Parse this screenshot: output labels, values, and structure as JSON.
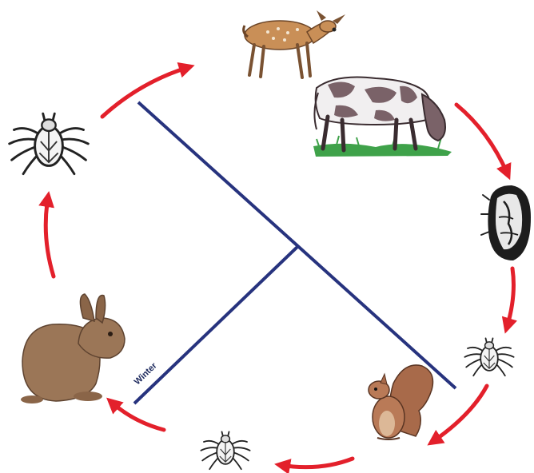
{
  "diagram": {
    "season_label": "Winter",
    "colors": {
      "cycle_arrow": "#e3202b",
      "season_line": "#27337e",
      "tick_body": "#222222",
      "deer": "#c98f57",
      "cow_white": "#f1eff0",
      "cow_spots": "#7a6268",
      "grass": "#3fa24a",
      "rabbit": "#9b7657",
      "squirrel": "#a86a4a"
    },
    "nodes": [
      {
        "name": "deer-host",
        "icon": "deer-icon"
      },
      {
        "name": "cow-host",
        "icon": "cow-icon"
      },
      {
        "name": "engorged-tick",
        "icon": "engorged-tick-icon"
      },
      {
        "name": "nymph-tick-right",
        "icon": "tick-icon"
      },
      {
        "name": "squirrel-host",
        "icon": "squirrel-icon"
      },
      {
        "name": "tick-bottom",
        "icon": "tick-icon"
      },
      {
        "name": "rabbit-host",
        "icon": "rabbit-icon"
      },
      {
        "name": "adult-tick-left",
        "icon": "tick-icon"
      }
    ]
  }
}
